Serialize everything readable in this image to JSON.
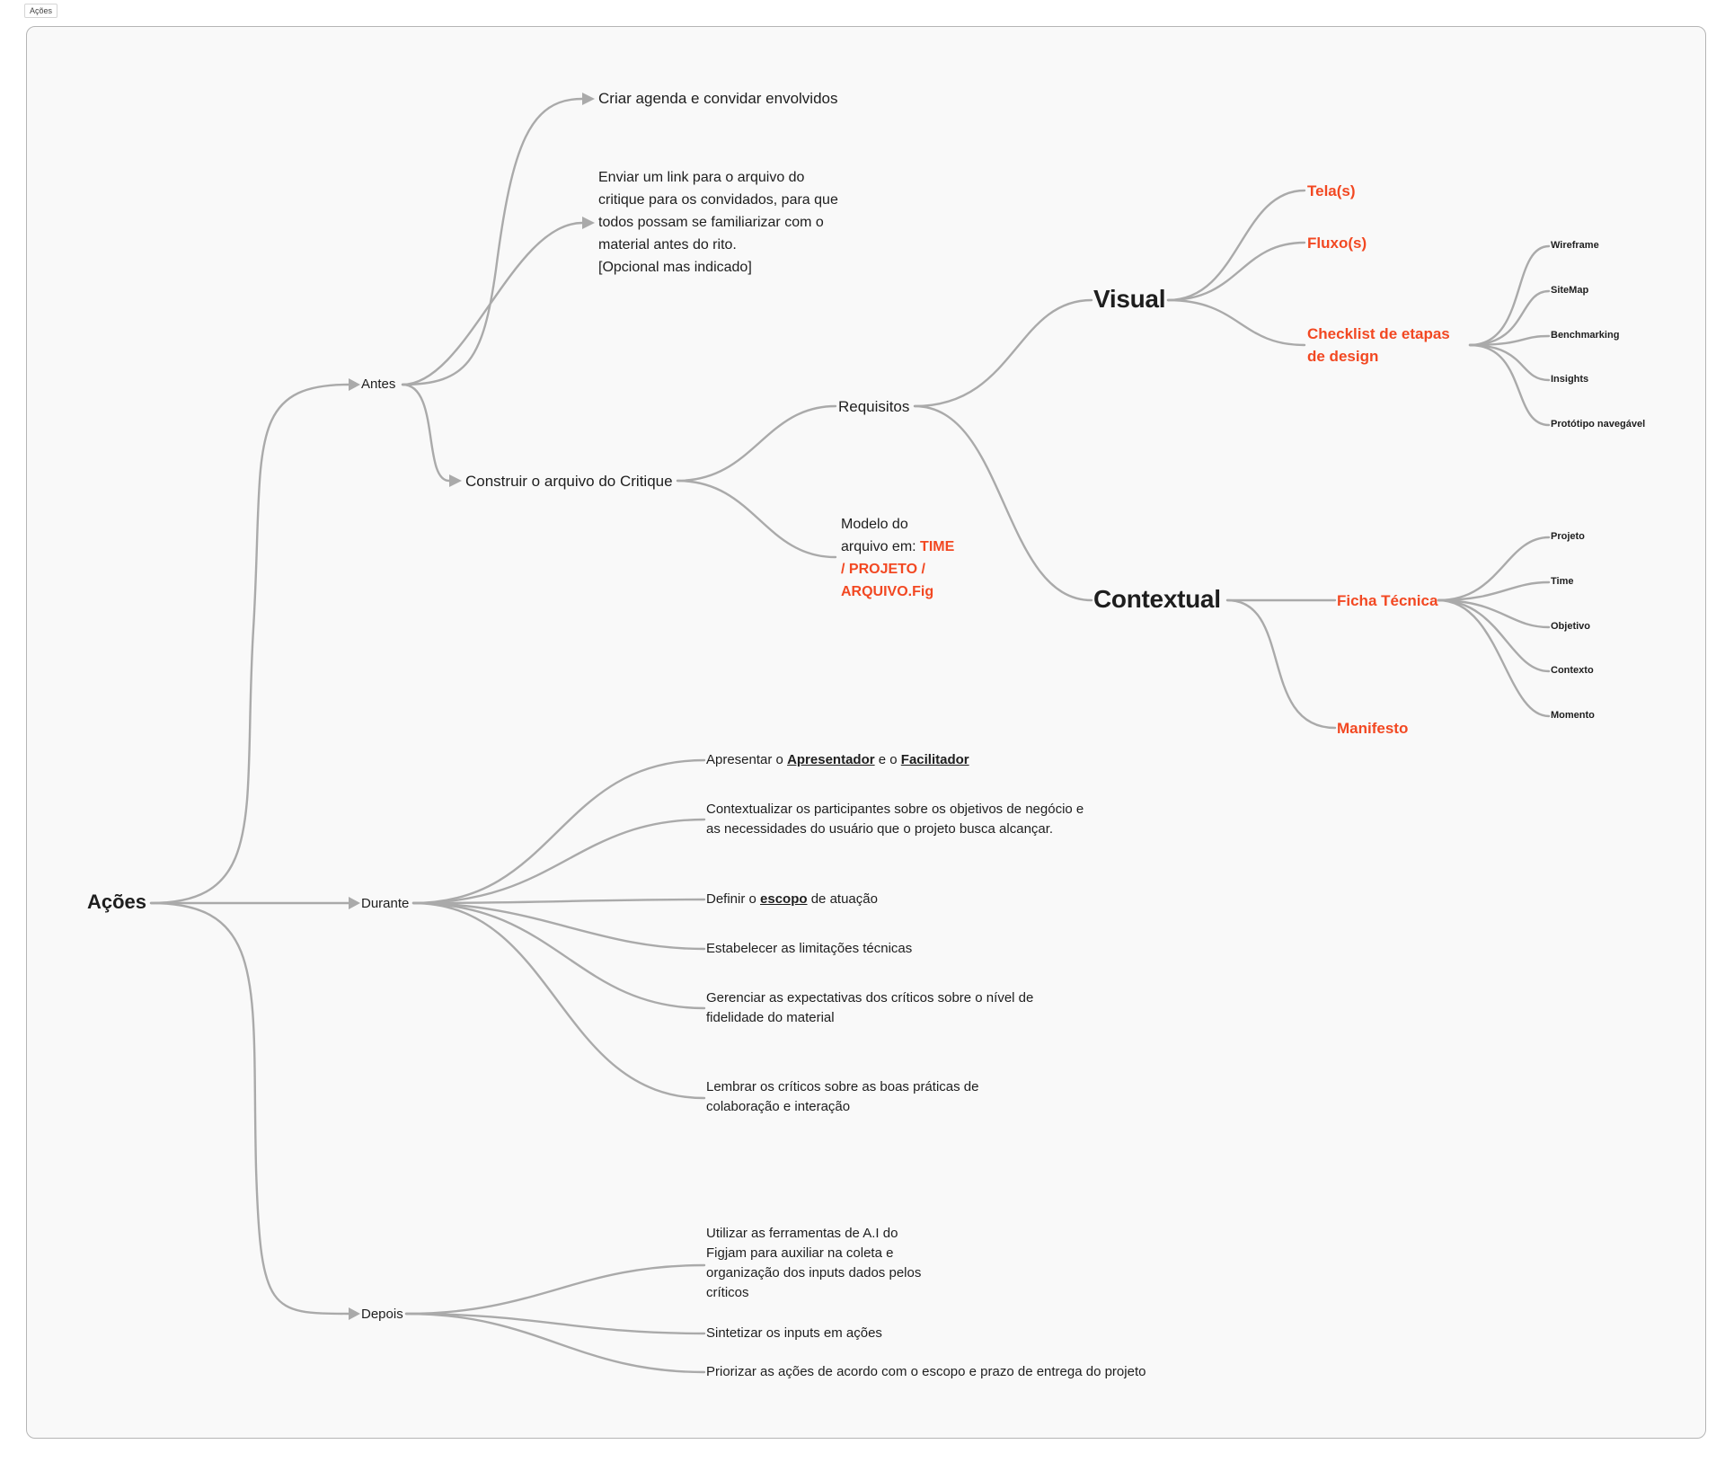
{
  "frame_title": "Ações",
  "root": "Ações",
  "antes": {
    "label": "Antes",
    "agenda": "Criar agenda e convidar envolvidos",
    "enviar": {
      "lines": [
        "Enviar um link para o arquivo do",
        "critique para os convidados, para que",
        "todos possam se familiarizar com o",
        "material antes do rito.",
        "[Opcional mas indicado]"
      ]
    },
    "construir": "Construir o arquivo do Critique",
    "requisitos": "Requisitos",
    "modelo": {
      "line1": "Modelo do",
      "line2_prefix": "arquivo em: ",
      "line2_red": "TIME",
      "line3": "/ PROJETO /",
      "line4": "ARQUIVO.Fig"
    },
    "visual": {
      "label": "Visual",
      "telas": "Tela(s)",
      "fluxos": "Fluxo(s)",
      "checklist_line1": "Checklist de etapas",
      "checklist_line2": "de design",
      "checklist_items": [
        "Wireframe",
        "SiteMap",
        "Benchmarking",
        "Insights",
        "Protótipo navegável"
      ]
    },
    "contextual": {
      "label": "Contextual",
      "ficha": "Ficha Técnica",
      "ficha_items": [
        "Projeto",
        "Time",
        "Objetivo",
        "Contexto",
        "Momento"
      ],
      "manifesto": "Manifesto"
    }
  },
  "durante": {
    "label": "Durante",
    "apresentar": {
      "prefix": "Apresentar o ",
      "u1": "Apresentador",
      "mid": " e o ",
      "u2": "Facilitador"
    },
    "contextualizar": [
      "Contextualizar os participantes sobre os objetivos de negócio e",
      "as necessidades do usuário que o projeto busca alcançar."
    ],
    "definir": {
      "prefix": "Definir o ",
      "u": "escopo",
      "suffix": " de atuação"
    },
    "estabelecer": "Estabelecer as limitações técnicas",
    "gerenciar": [
      "Gerenciar as expectativas dos críticos sobre o nível de",
      "fidelidade do material"
    ],
    "lembrar": [
      "Lembrar os críticos sobre as boas práticas de",
      "colaboração e interação"
    ]
  },
  "depois": {
    "label": "Depois",
    "utilizar": [
      "Utilizar as ferramentas de A.I do",
      "Figjam para auxiliar na coleta e",
      "organização dos inputs dados pelos",
      "críticos"
    ],
    "sintetizar": "Sintetizar os inputs em ações",
    "priorizar": "Priorizar as ações de acordo com o  escopo e prazo de entrega do projeto"
  },
  "colors": {
    "accent_red": "#f24822",
    "connector": "#aaaaaa",
    "canvas": "#f9f9f9",
    "text": "#1e1e1e"
  }
}
